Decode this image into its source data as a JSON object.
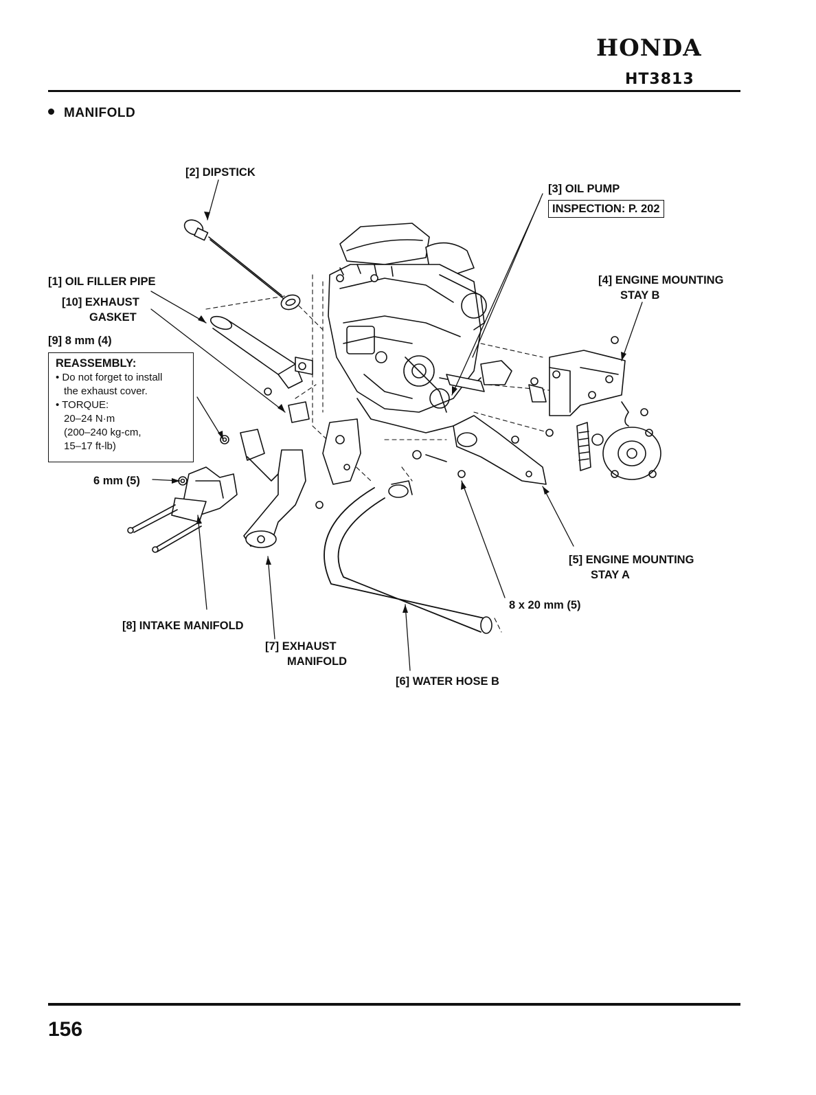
{
  "header": {
    "brand": "HONDA",
    "model": "HT3813"
  },
  "section_title": "MANIFOLD",
  "labels": {
    "dipstick": "[2] DIPSTICK",
    "oil_pump": "[3] OIL PUMP",
    "inspection": "INSPECTION: P. 202",
    "oil_filler_pipe": "[1] OIL FILLER PIPE",
    "exhaust_gasket_1": "[10] EXHAUST",
    "exhaust_gasket_2": "GASKET",
    "bolt_8mm": "[9] 8 mm (4)",
    "engine_stay_b_1": "[4] ENGINE MOUNTING",
    "engine_stay_b_2": "STAY B",
    "nut_6mm": "6 mm (5)",
    "engine_stay_a_1": "[5] ENGINE MOUNTING",
    "engine_stay_a_2": "STAY A",
    "bolt_8x20": "8 x 20 mm (5)",
    "intake_manifold": "[8] INTAKE MANIFOLD",
    "exhaust_manifold_1": "[7] EXHAUST",
    "exhaust_manifold_2": "MANIFOLD",
    "water_hose_b": "[6] WATER HOSE B"
  },
  "reassembly": {
    "title": "REASSEMBLY:",
    "lines": [
      "• Do not forget to install",
      "the exhaust cover.",
      "• TORQUE:",
      "20–24 N·m",
      "(200–240 kg-cm,",
      "15–17 ft-lb)"
    ]
  },
  "page_number": "156"
}
